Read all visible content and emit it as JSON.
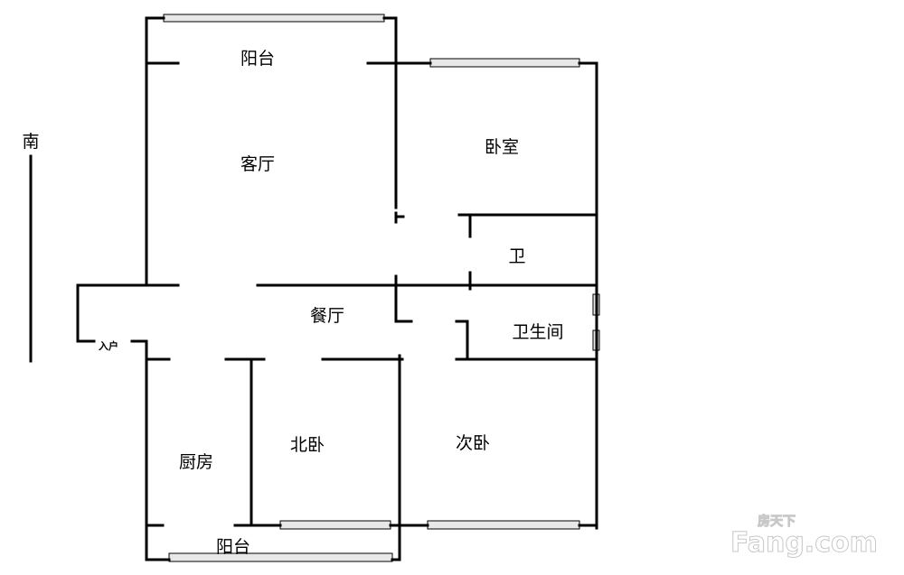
{
  "compass": {
    "label": "南"
  },
  "rooms": {
    "balcony_top": "阳台",
    "living_room": "客厅",
    "bedroom": "卧室",
    "toilet": "卫",
    "dining_room": "餐厅",
    "bathroom": "卫生间",
    "entrance": "入户",
    "north_bedroom": "北卧",
    "second_bedroom": "次卧",
    "kitchen": "厨房",
    "balcony_bottom": "阳台"
  },
  "watermark": {
    "brand_cn": "房天下",
    "brand_en": "Fang.com"
  }
}
